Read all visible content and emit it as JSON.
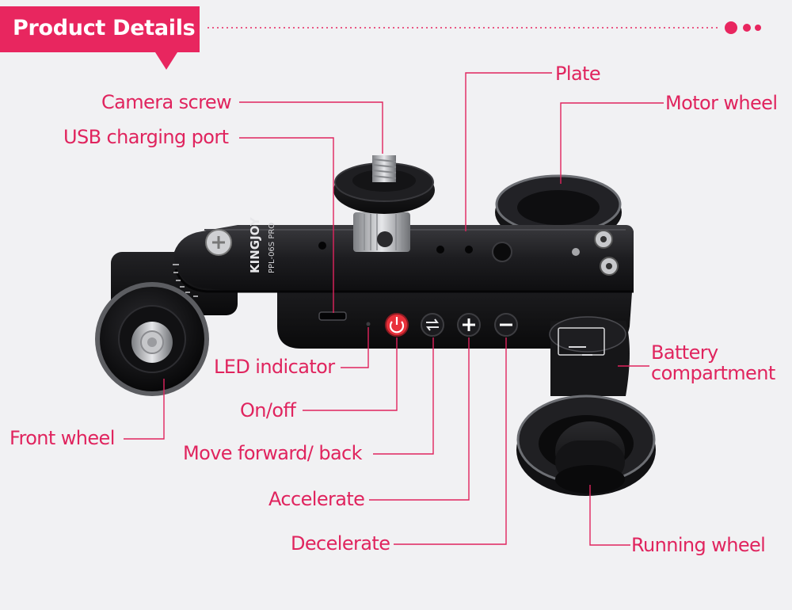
{
  "header": {
    "title": "Product Details",
    "accent_color": "#e8265f",
    "dots_color": "#e8265f"
  },
  "product": {
    "brand": "KINGJOY",
    "model": "PPL-06S PRO"
  },
  "labels": {
    "plate": "Plate",
    "camera_screw": "Camera screw",
    "motor_wheel": "Motor wheel",
    "usb_port": "USB charging port",
    "led_indicator": "LED indicator",
    "battery_line1": "Battery",
    "battery_line2": "compartment",
    "on_off": "On/off",
    "front_wheel": "Front wheel",
    "move": "Move forward/ back",
    "accelerate": "Accelerate",
    "decelerate": "Decelerate",
    "running_wheel": "Running wheel"
  }
}
